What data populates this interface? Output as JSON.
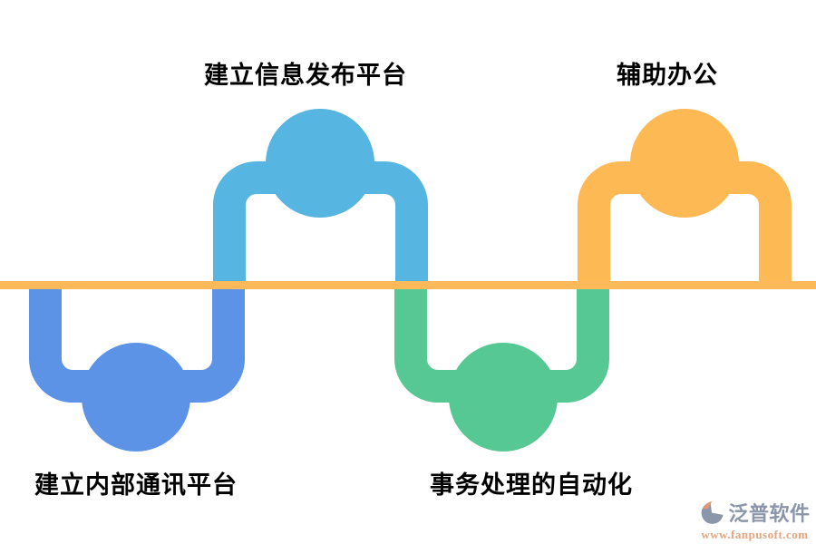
{
  "canvas": {
    "background": "#ffffff"
  },
  "timeline": {
    "line_color": "#FDB95A"
  },
  "steps": [
    {
      "label": "建立内部通讯平台",
      "color": "#5C93E6",
      "side": "below"
    },
    {
      "label": "建立信息发布平台",
      "color": "#57B5E1",
      "side": "above"
    },
    {
      "label": "事务处理的自动化",
      "color": "#55C893",
      "side": "below"
    },
    {
      "label": "辅助办公",
      "color": "#FDB954",
      "side": "above"
    }
  ],
  "watermark": {
    "brand": "泛普软件",
    "url": "www.fanpusoft.com",
    "brand_color": "#8C96AB",
    "url_color": "#E5A47E",
    "logo_main_color": "#8C96AB",
    "logo_accent_color": "#DE9A74"
  }
}
